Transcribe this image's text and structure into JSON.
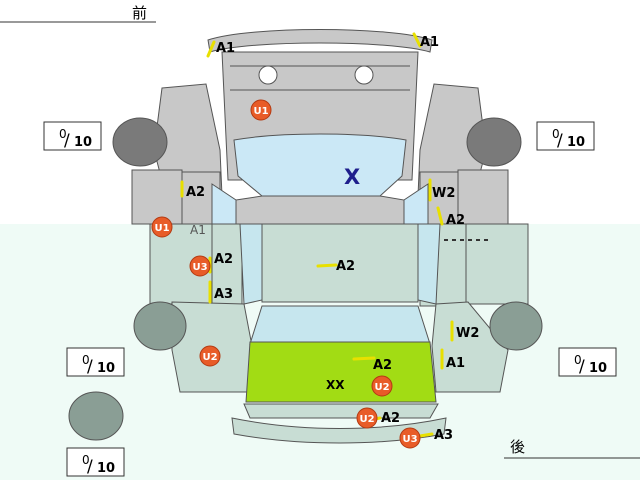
{
  "header": {
    "front": "前",
    "rear": "後"
  },
  "tire_boxes": [
    {
      "num": "0",
      "den": "10"
    },
    {
      "num": "0",
      "den": "10"
    },
    {
      "num": "0",
      "den": "10"
    },
    {
      "num": "0",
      "den": "10"
    },
    {
      "num": "0",
      "den": "10"
    }
  ],
  "labels": {
    "a1_left": "A1",
    "a1_right": "A1",
    "a2_lf": "A2",
    "w2_rf": "W2",
    "a2_rf": "A2",
    "a1_edge": "A1",
    "a2_l_door": "A2",
    "a3_l_door": "A3",
    "a2_roof": "A2",
    "w2_rr": "W2",
    "a1_rr": "A1",
    "a2_trunk": "A2",
    "a2_bumper": "A2",
    "a3_bumper": "A3",
    "x_mark": "X",
    "xx_mark": "XX"
  },
  "circles": {
    "u1_hood": "U1",
    "u1_left": "U1",
    "u3_left": "U3",
    "u2_left": "U2",
    "u2_trunk": "U2",
    "u2_bumper": "U2",
    "u3_bumper": "U3"
  },
  "colors": {
    "body_upper": "#c8c8c8",
    "body_lower": "#c8ddd4",
    "glass_upper": "#cbe8f6",
    "glass_lower": "#c6e6ee",
    "trunk": "#a2dc14",
    "lower_bg": "#effbf6",
    "tire": "#7a7a7a",
    "tire_lower": "#8a9e95",
    "mark_line": "#e8e000",
    "circle_fill": "#e85c28",
    "x_color": "#1e1e8c"
  }
}
